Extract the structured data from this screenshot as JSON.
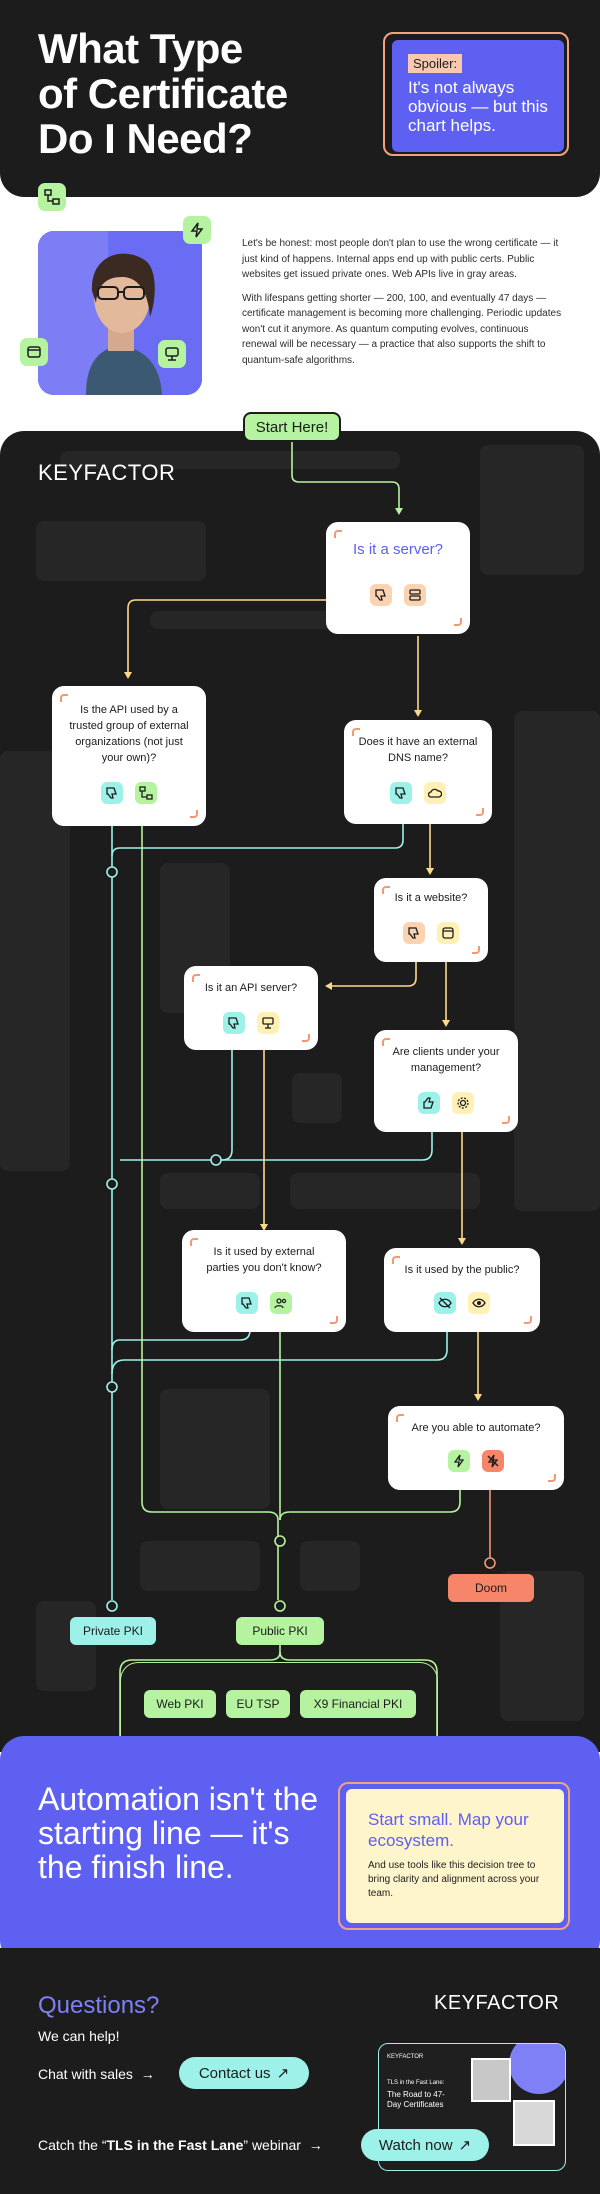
{
  "header": {
    "title_line1": "What Type",
    "title_line2": "of Certificate",
    "title_line3": "Do I Need?",
    "spoiler_tag": "Spoiler:",
    "spoiler_text": "It's not always obvious — but this chart helps."
  },
  "intro": {
    "para1": "Let's be honest: most people don't plan to use the wrong certificate — it just kind of happens. Internal apps end up with public certs. Public websites get issued private ones. Web APIs live in gray areas.",
    "para2": "With lifespans getting shorter — 200, 100, and eventually 47 days — certificate management is becoming more challenging. Periodic updates won't cut it anymore. As quantum computing evolves, continuous renewal will be necessary — a practice that also supports the shift to quantum-safe algorithms."
  },
  "brand": {
    "logo": "KEYFACTOR"
  },
  "chart": {
    "start": "Start Here!",
    "q_server": "Is it a server?",
    "q_api_group": "Is the API used by a trusted group of external organizations (not just your own)?",
    "q_dns": "Does it have an external DNS name?",
    "q_website": "Is it a website?",
    "q_api_server": "Is it an API server?",
    "q_clients": "Are clients under your management?",
    "q_external": "Is it used by external parties you don't know?",
    "q_public": "Is it used by the public?",
    "q_automate": "Are you able to automate?",
    "private_pki": "Private PKI",
    "public_pki": "Public PKI",
    "doom": "Doom",
    "web_pki": "Web PKI",
    "eu_tsp": "EU TSP",
    "x9_pki": "X9 Financial PKI"
  },
  "automation": {
    "title": "Automation isn't the starting line — it's the finish line.",
    "card_title": "Start small. Map your ecosystem.",
    "card_text": "And use tools like this decision tree to bring clarity and alignment across your team."
  },
  "footer": {
    "questions": "Questions?",
    "help": "We can help!",
    "chat": "Chat with sales",
    "contact": "Contact us",
    "webinar_prefix": "Catch the “",
    "webinar_name": "TLS in the Fast Lane",
    "webinar_suffix": "” webinar",
    "watch": "Watch now",
    "thumb_logo": "KEYFACTOR",
    "thumb_small": "TLS in the Fast Lane:",
    "thumb_title": "The Road to 47-Day Certificates"
  },
  "colors": {
    "dark": "#1c1c1c",
    "indigo": "#5e60f2",
    "green": "#b6f3a0",
    "cyan": "#9df1e9",
    "orange": "#f29874",
    "yellow_line": "#ffd98a"
  }
}
